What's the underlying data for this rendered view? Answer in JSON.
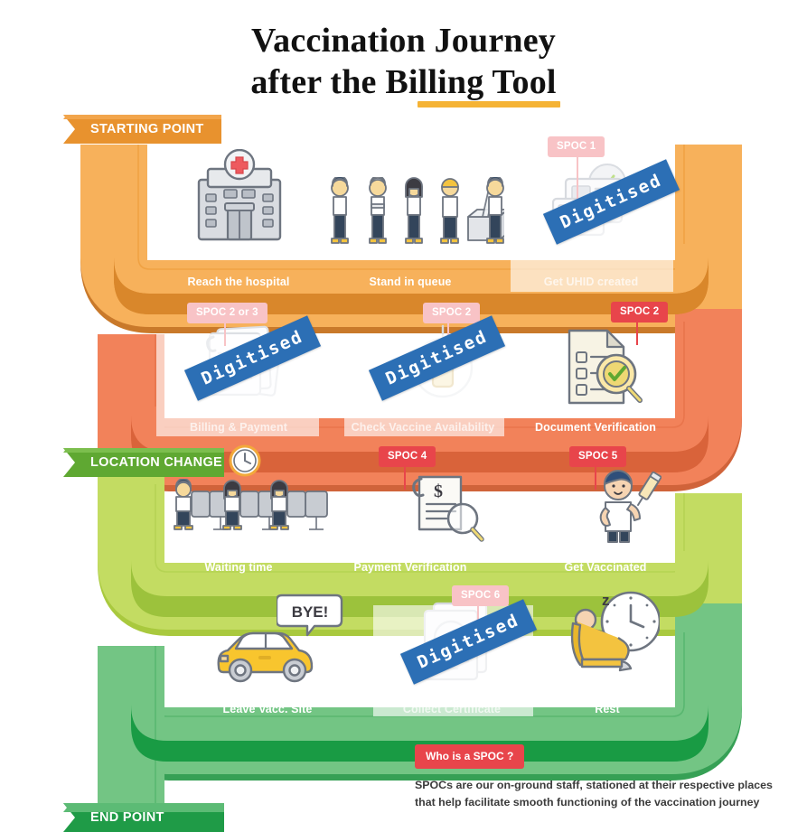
{
  "title": {
    "line1": "Vaccination Journey",
    "line2": "after the Billing Tool",
    "underline_color": "#F5B335"
  },
  "banners": [
    {
      "label": "STARTING POINT",
      "color": "#E8922E"
    },
    {
      "label": "LOCATION CHANGE",
      "color": "#5FA832"
    },
    {
      "label": "END POINT",
      "color": "#34A352"
    }
  ],
  "rows": [
    {
      "name": "row-1",
      "color": "#F7B15B",
      "label_strip_color": "#D9872B",
      "steps": [
        {
          "label": "Reach the hospital",
          "icon": "hospital-icon",
          "digitised": false,
          "spoc": null
        },
        {
          "label": "Stand in queue",
          "icon": "queue-people-icon",
          "digitised": false,
          "spoc": null
        },
        {
          "label": "Get UHID created",
          "icon": "id-card-icon",
          "digitised": true,
          "spoc": "SPOC 1",
          "spoc_faded": true
        }
      ]
    },
    {
      "name": "row-2",
      "color": "#F2825A",
      "label_strip_color": "#D9633A",
      "steps": [
        {
          "label": "Billing & Payment",
          "icon": "invoice-cards-icon",
          "digitised": true,
          "spoc": "SPOC 2 or 3",
          "spoc_faded": true
        },
        {
          "label": "Check Vaccine Availability",
          "icon": "vaccine-vial-icon",
          "digitised": true,
          "spoc": "SPOC 2",
          "spoc_faded": true
        },
        {
          "label": "Document Verification",
          "icon": "document-check-icon",
          "digitised": false,
          "spoc": "SPOC 2",
          "spoc_faded": false
        }
      ]
    },
    {
      "name": "row-3",
      "color": "#C3DC62",
      "label_strip_color": "#9CC23C",
      "steps": [
        {
          "label": "Waiting time",
          "icon": "waiting-chairs-icon",
          "digitised": false,
          "spoc": null
        },
        {
          "label": "Payment Verification",
          "icon": "payment-magnifier-icon",
          "digitised": false,
          "spoc": "SPOC 4",
          "spoc_faded": false
        },
        {
          "label": "Get Vaccinated",
          "icon": "vaccinated-person-icon",
          "digitised": false,
          "spoc": "SPOC 5",
          "spoc_faded": false
        }
      ]
    },
    {
      "name": "row-4",
      "color": "#73C584",
      "label_strip_color": "#199B44",
      "steps": [
        {
          "label": "Leave Vacc. Site",
          "icon": "car-icon",
          "digitised": false,
          "spoc": null,
          "bubble": "BYE!"
        },
        {
          "label": "Collect Certificate",
          "icon": "certificate-icon",
          "digitised": true,
          "spoc": "SPOC 6",
          "spoc_faded": true
        },
        {
          "label": "Rest",
          "icon": "resting-person-clock-icon",
          "digitised": false,
          "spoc": null
        }
      ]
    }
  ],
  "stamp_label": "Digitised",
  "stamp_color": "#2C6FB5",
  "footer": {
    "badge": "Who is a SPOC ?",
    "badge_color": "#E8454B",
    "line1": "SPOCs are our on-ground staff, stationed at their respective places",
    "line2": "that help facilitate smooth functioning of the vaccination journey"
  }
}
